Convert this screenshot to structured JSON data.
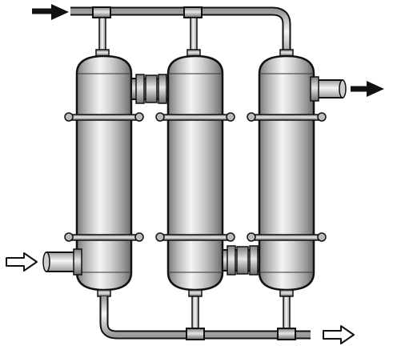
{
  "diagram": {
    "columns": [
      {
        "id": "column-1"
      },
      {
        "id": "column-2"
      },
      {
        "id": "column-3"
      }
    ],
    "flows": [
      {
        "id": "inlet-top-left",
        "style": "filled",
        "direction": "in"
      },
      {
        "id": "outlet-right-upper",
        "style": "filled",
        "direction": "out"
      },
      {
        "id": "inlet-left-lower",
        "style": "hollow",
        "direction": "in"
      },
      {
        "id": "outlet-bottom-right",
        "style": "hollow",
        "direction": "out"
      }
    ],
    "colors": {
      "shell_dark": "#6f6f6f",
      "shell_mid": "#b9b9b9",
      "shell_light": "#f2f2f2",
      "pipe_light": "#f3f3f3",
      "pipe_dark": "#9a9a9a",
      "outline": "#111111",
      "arrow_fill": "#111111"
    }
  }
}
